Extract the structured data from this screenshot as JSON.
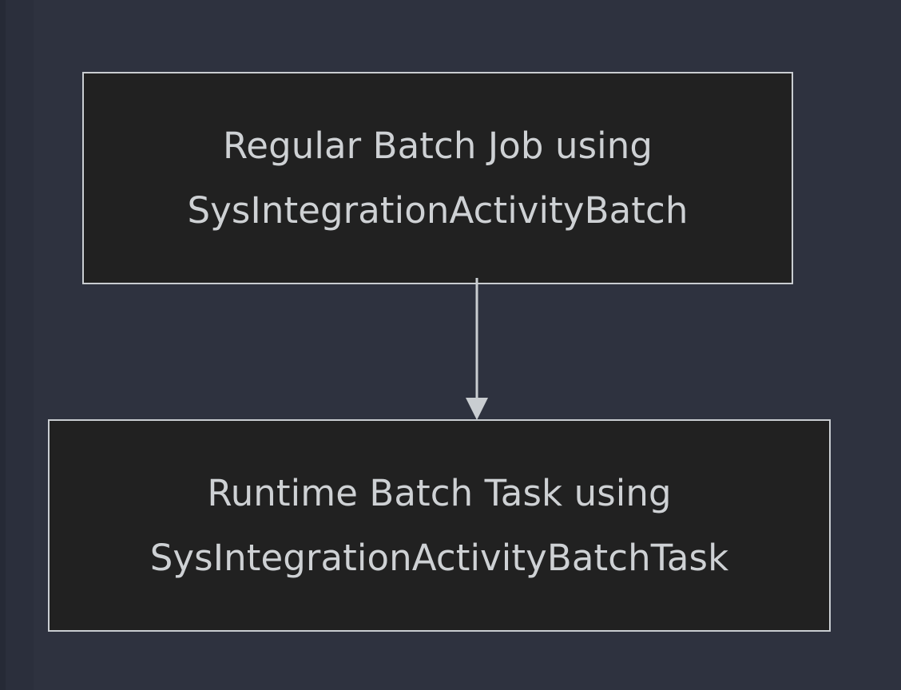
{
  "diagram": {
    "type": "flowchart",
    "direction": "top-to-bottom",
    "background_color": "#2e323f",
    "node_fill_color": "#212121",
    "node_border_color": "#c9cdd1",
    "text_color": "#ced1d4",
    "connector_color": "#c9cdd1",
    "nodes": [
      {
        "id": "regular-batch-job",
        "line1": "Regular Batch Job using",
        "line2": "SysIntegrationActivityBatch"
      },
      {
        "id": "runtime-batch-task",
        "line1": "Runtime Batch Task using",
        "line2": "SysIntegrationActivityBatchTask"
      }
    ],
    "edges": [
      {
        "id": "edge-regular-to-runtime",
        "from": "regular-batch-job",
        "to": "runtime-batch-task",
        "label": "",
        "arrowhead": "filled-triangle"
      }
    ]
  }
}
